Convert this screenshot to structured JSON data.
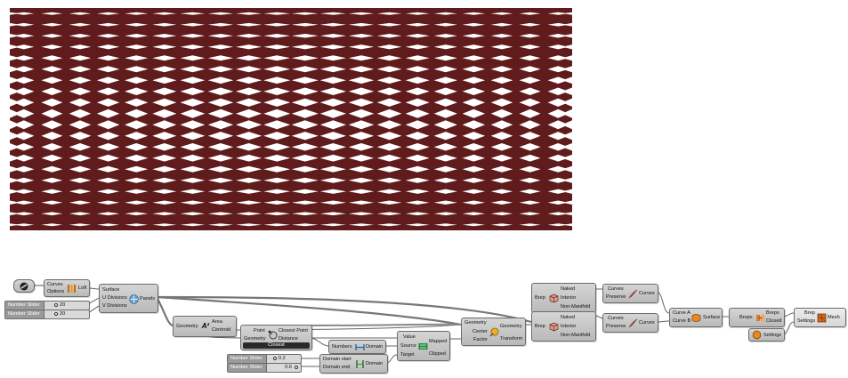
{
  "canvas": {
    "background": "#ffffff",
    "render_color": "#601c1c",
    "component_fill": "#c8c8c8"
  },
  "sliders": [
    {
      "name": "Number Slider",
      "value": "20"
    },
    {
      "name": "Number Slider",
      "value": "20"
    },
    {
      "name": "Number Slider",
      "value": "0.2"
    },
    {
      "name": "Number Slider",
      "value": "0.6"
    }
  ],
  "loft": {
    "in1": "Curves",
    "in2": "Options",
    "out": "Loft",
    "icon": "loft-icon"
  },
  "panels": {
    "in1": "Surface",
    "in2": "U Divisions",
    "in3": "V Divisions",
    "out": "Panels",
    "icon": "panels-icon"
  },
  "area": {
    "in1": "Geometry",
    "out1": "Area",
    "out2": "Centroid",
    "icon": "area-icon"
  },
  "closest": {
    "in1": "Point",
    "in2": "Geometry",
    "out1": "Closest Point",
    "out2": "Distance",
    "footer": "Closest",
    "icon": "closest-point-icon"
  },
  "bounds": {
    "in1": "Numbers",
    "out": "Domain",
    "icon": "bounds-icon"
  },
  "construct_domain": {
    "in1": "Domain start",
    "in2": "Domain end",
    "out": "Domain",
    "icon": "domain-icon"
  },
  "remap": {
    "in1": "Value",
    "in2": "Source",
    "in3": "Target",
    "out1": "Mapped",
    "out2": "Clipped",
    "icon": "remap-icon"
  },
  "scale": {
    "in1": "Geometry",
    "in2": "Center",
    "in3": "Factor",
    "out1": "Geometry",
    "out2": "Transform",
    "icon": "scale-icon"
  },
  "edges1": {
    "in1": "Brep",
    "out1": "Naked",
    "out2": "Interior",
    "out3": "Non-Manifold",
    "icon": "brep-edges-icon"
  },
  "edges2": {
    "in1": "Brep",
    "out1": "Naked",
    "out2": "Interior",
    "out3": "Non-Manifold",
    "icon": "brep-edges-icon"
  },
  "join1": {
    "in1": "Curves",
    "in2": "Preserve",
    "out": "Curves",
    "icon": "join-curves-icon"
  },
  "join2": {
    "in1": "Curves",
    "in2": "Preserve",
    "out": "Curves",
    "icon": "join-curves-icon"
  },
  "ruled": {
    "in1": "Curve A",
    "in2": "Curve B",
    "out": "Surface",
    "icon": "ruled-surface-icon"
  },
  "join_breps": {
    "in1": "Breps",
    "out1": "Breps",
    "out2": "Closed",
    "icon": "join-breps-icon"
  },
  "settings": {
    "out": "Settings",
    "icon": "mesh-settings-icon"
  },
  "mesh_brep": {
    "in1": "Brep",
    "in2": "Settings",
    "out": "Mesh",
    "icon": "mesh-brep-icon"
  },
  "curve_param": {
    "icon": "curve-param-icon"
  }
}
